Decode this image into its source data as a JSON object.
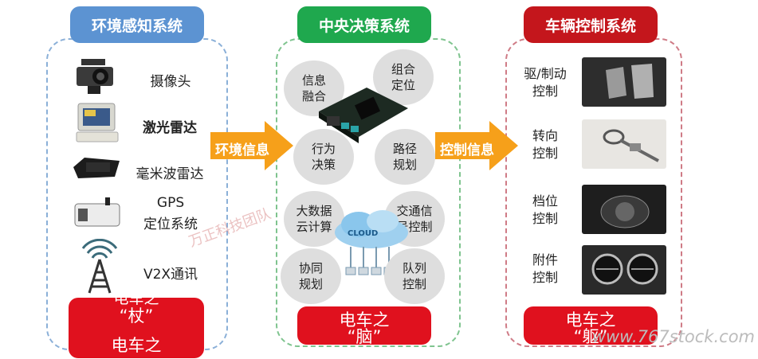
{
  "panels": {
    "perception": {
      "title": "环境感知系统",
      "sensors": [
        {
          "label": "摄像头",
          "icon": "camera-icon"
        },
        {
          "label": "激光雷达",
          "icon": "lidar-icon"
        },
        {
          "label": "毫米波雷达",
          "icon": "radar-icon"
        },
        {
          "label_line1": "GPS",
          "label_line2": "定位系统",
          "icon": "gps-icon"
        },
        {
          "label": "V2X通讯",
          "icon": "antenna-tower-icon"
        }
      ],
      "footer_line0": "电车之",
      "footer_line1": "“杖”",
      "footer_line2": "电车之"
    },
    "decision": {
      "title": "中央决策系统",
      "bubbles": [
        {
          "line1": "信息",
          "line2": "融合"
        },
        {
          "line1": "组合",
          "line2": "定位"
        },
        {
          "line1": "行为",
          "line2": "决策"
        },
        {
          "line1": "路径",
          "line2": "规划"
        },
        {
          "line1": "大数据",
          "line2": "云计算"
        },
        {
          "line1": "交通信",
          "line2": "号控制"
        },
        {
          "line1": "协同",
          "line2": "规划"
        },
        {
          "line1": "队列",
          "line2": "控制"
        }
      ],
      "cloud_label": "CLOUD",
      "footer_line1": "电车之",
      "footer_line2": "“脑”"
    },
    "control": {
      "title": "车辆控制系统",
      "items": [
        {
          "line1": "驱/制动",
          "line2": "控制",
          "icon": "pedal-photo"
        },
        {
          "line1": "转向",
          "line2": "控制",
          "icon": "steering-photo"
        },
        {
          "line1": "档位",
          "line2": "控制",
          "icon": "gear-knob-photo"
        },
        {
          "line1": "附件",
          "line2": "控制",
          "icon": "air-vent-photo"
        }
      ],
      "footer_line1": "电车之",
      "footer_line2": "“躯”"
    }
  },
  "arrows": {
    "env_info": "环境信息",
    "ctrl_info": "控制信息"
  },
  "watermarks": {
    "team": "万正科技团队",
    "site": "www.767stock.com"
  },
  "colors": {
    "perception_header": "#5c93d2",
    "decision_header": "#1fa84e",
    "control_header": "#c4161c",
    "footer_red": "#e0111e",
    "arrow_orange": "#f6a01a"
  }
}
